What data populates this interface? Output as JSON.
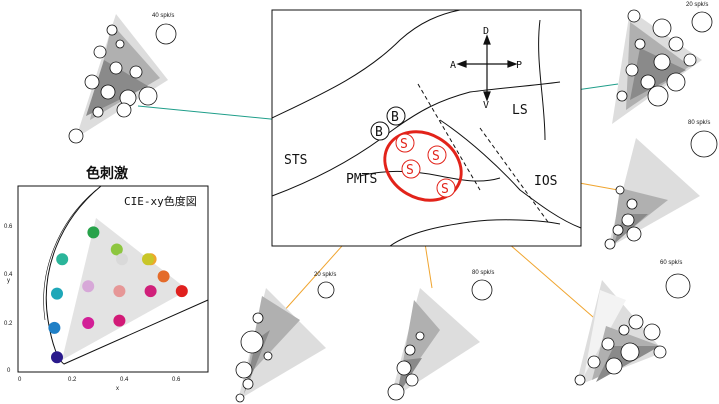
{
  "title": "色刺激",
  "cie": {
    "title": "CIE-xy色度図",
    "xlabel": "x",
    "ylabel": "y",
    "xticks": [
      "0",
      "0.2",
      "0.4",
      "0.6"
    ],
    "yticks": [
      "0",
      "0.2",
      "0.4",
      "0.6"
    ],
    "stimuli": [
      {
        "x": 0.15,
        "y": 0.06,
        "color": "#2a1a8c"
      },
      {
        "x": 0.14,
        "y": 0.18,
        "color": "#1f7fc6"
      },
      {
        "x": 0.15,
        "y": 0.32,
        "color": "#1ea7b8"
      },
      {
        "x": 0.17,
        "y": 0.46,
        "color": "#2bb59a"
      },
      {
        "x": 0.29,
        "y": 0.57,
        "color": "#27a24a"
      },
      {
        "x": 0.27,
        "y": 0.2,
        "color": "#d21f97"
      },
      {
        "x": 0.27,
        "y": 0.35,
        "color": "#d7a8d8"
      },
      {
        "x": 0.39,
        "y": 0.21,
        "color": "#d21a77"
      },
      {
        "x": 0.39,
        "y": 0.33,
        "color": "#e69797"
      },
      {
        "x": 0.38,
        "y": 0.5,
        "color": "#8dc63f"
      },
      {
        "x": 0.4,
        "y": 0.46,
        "color": "#d9d9d9"
      },
      {
        "x": 0.51,
        "y": 0.33,
        "color": "#d0207a"
      },
      {
        "x": 0.51,
        "y": 0.46,
        "color": "#f0a52e"
      },
      {
        "x": 0.5,
        "y": 0.46,
        "color": "#c9c628"
      },
      {
        "x": 0.56,
        "y": 0.39,
        "color": "#e46b2a"
      },
      {
        "x": 0.63,
        "y": 0.33,
        "color": "#e0201e"
      }
    ]
  },
  "brain_map": {
    "labels": {
      "sts": "STS",
      "pmts": "PMTS",
      "ios": "IOS",
      "ls": "LS"
    },
    "directions": {
      "d": "D",
      "v": "V",
      "a": "A",
      "p": "P"
    },
    "site_b": "B",
    "site_s": "S"
  },
  "responses": {
    "rate_top_left": "40 spk/s",
    "rate_top_right": "20 spk/s",
    "rate_mid_right": "80 spk/s",
    "rate_bottom_1": "20 spk/s",
    "rate_bottom_2": "80 spk/s",
    "rate_bottom_3": "60 spk/s"
  },
  "colors": {
    "highlight": "#e2231a",
    "teal_line": "#1f9e8a",
    "orange_line": "#f0a530",
    "triangle_light": "#dddddd",
    "triangle_mid": "#b0b0b0",
    "triangle_dark": "#8a8a8a"
  }
}
